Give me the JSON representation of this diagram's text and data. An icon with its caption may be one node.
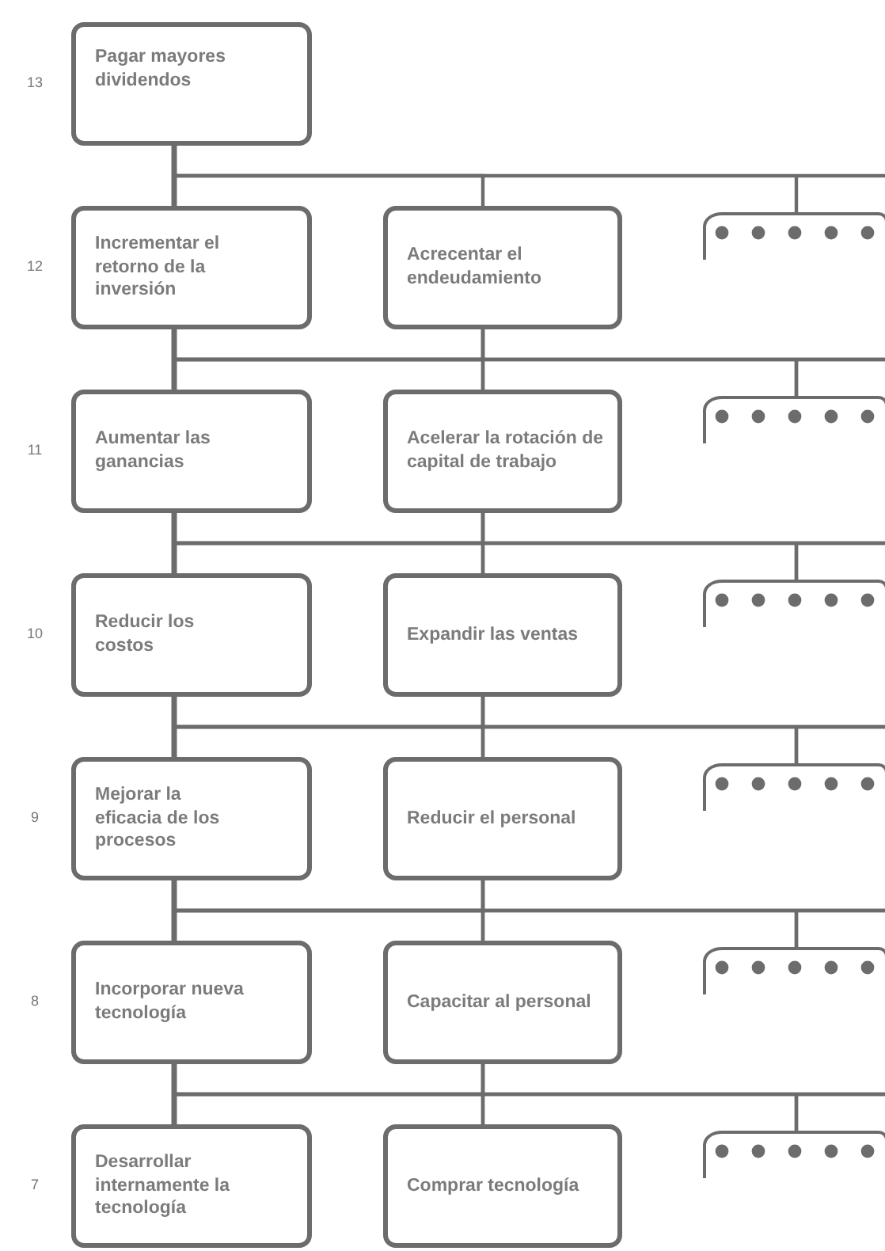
{
  "diagram": {
    "nodes": [
      {
        "text": [
          "Pagar mayores dividendos"
        ]
      },
      {
        "text": [
          "Incrementar el retorno de la inversión"
        ]
      },
      {
        "text": [
          "Acrecentar el endeudamiento"
        ]
      },
      {
        "text": [],
        "shape": "box"
      },
      {
        "text": [
          "Aumentar las ganancias"
        ]
      },
      {
        "text": [
          "Acelerar la rotación de capital de trabajo"
        ]
      },
      {
        "text": [],
        "shape": "box"
      },
      {
        "text": [
          "Reducir los costos"
        ]
      },
      {
        "text": [
          "Expandir las ventas"
        ]
      },
      {
        "text": [],
        "shape": "box"
      },
      {
        "text": [
          "Mejorar la eficacia de los procesos"
        ]
      },
      {
        "text": [
          "Reducir el personal"
        ]
      },
      {
        "text": [],
        "shape": "box"
      },
      {
        "text": [
          "Incorporar nueva tecnología"
        ]
      },
      {
        "text": [
          "Capacitar al personal"
        ]
      },
      {
        "text": [],
        "shape": "box"
      },
      {
        "text": [
          "Desarrollar internamente la tecnología"
        ]
      },
      {
        "text": [
          "Comprar tecnología"
        ]
      },
      {
        "text": [],
        "shape": "box"
      }
    ],
    "edges": [
      {
        "from": 0,
        "to": 1,
        "arrow": "none"
      },
      {
        "from": 0,
        "to": 2,
        "arrow": "none"
      },
      {
        "from": 0,
        "to": 3,
        "arrow": "none"
      },
      {
        "from": 1,
        "to": 4,
        "arrow": "none"
      },
      {
        "from": 1,
        "to": 5,
        "arrow": "none"
      },
      {
        "from": 1,
        "to": 6,
        "arrow": "none"
      },
      {
        "from": 2,
        "to": 4,
        "arrow": "none"
      },
      {
        "from": 2,
        "to": 5,
        "arrow": "none"
      },
      {
        "from": 2,
        "to": 6,
        "arrow": "none"
      },
      {
        "from": 4,
        "to": 7,
        "arrow": "none"
      },
      {
        "from": 4,
        "to": 8,
        "arrow": "none"
      },
      {
        "from": 4,
        "to": 9,
        "arrow": "none"
      },
      {
        "from": 5,
        "to": 7,
        "arrow": "none"
      },
      {
        "from": 5,
        "to": 8,
        "arrow": "none"
      },
      {
        "from": 5,
        "to": 9,
        "arrow": "none"
      },
      {
        "from": 7,
        "to": 10,
        "arrow": "none"
      },
      {
        "from": 7,
        "to": 11,
        "arrow": "none"
      },
      {
        "from": 7,
        "to": 12,
        "arrow": "none"
      },
      {
        "from": 8,
        "to": 10,
        "arrow": "none"
      },
      {
        "from": 8,
        "to": 11,
        "arrow": "none"
      },
      {
        "from": 8,
        "to": 12,
        "arrow": "none"
      },
      {
        "from": 10,
        "to": 13,
        "arrow": "none"
      },
      {
        "from": 10,
        "to": 14,
        "arrow": "none"
      },
      {
        "from": 10,
        "to": 15,
        "arrow": "none"
      },
      {
        "from": 11,
        "to": 13,
        "arrow": "none"
      },
      {
        "from": 11,
        "to": 14,
        "arrow": "none"
      },
      {
        "from": 11,
        "to": 15,
        "arrow": "none"
      },
      {
        "from": 13,
        "to": 16,
        "arrow": "none"
      },
      {
        "from": 13,
        "to": 17,
        "arrow": "none"
      },
      {
        "from": 13,
        "to": 18,
        "arrow": "none"
      },
      {
        "from": 14,
        "to": 16,
        "arrow": "none"
      },
      {
        "from": 14,
        "to": 17,
        "arrow": "none"
      },
      {
        "from": 14,
        "to": 18,
        "arrow": "none"
      }
    ],
    "labels": [
      "13",
      "12",
      "11",
      "10",
      "9",
      "8",
      "7"
    ]
  }
}
